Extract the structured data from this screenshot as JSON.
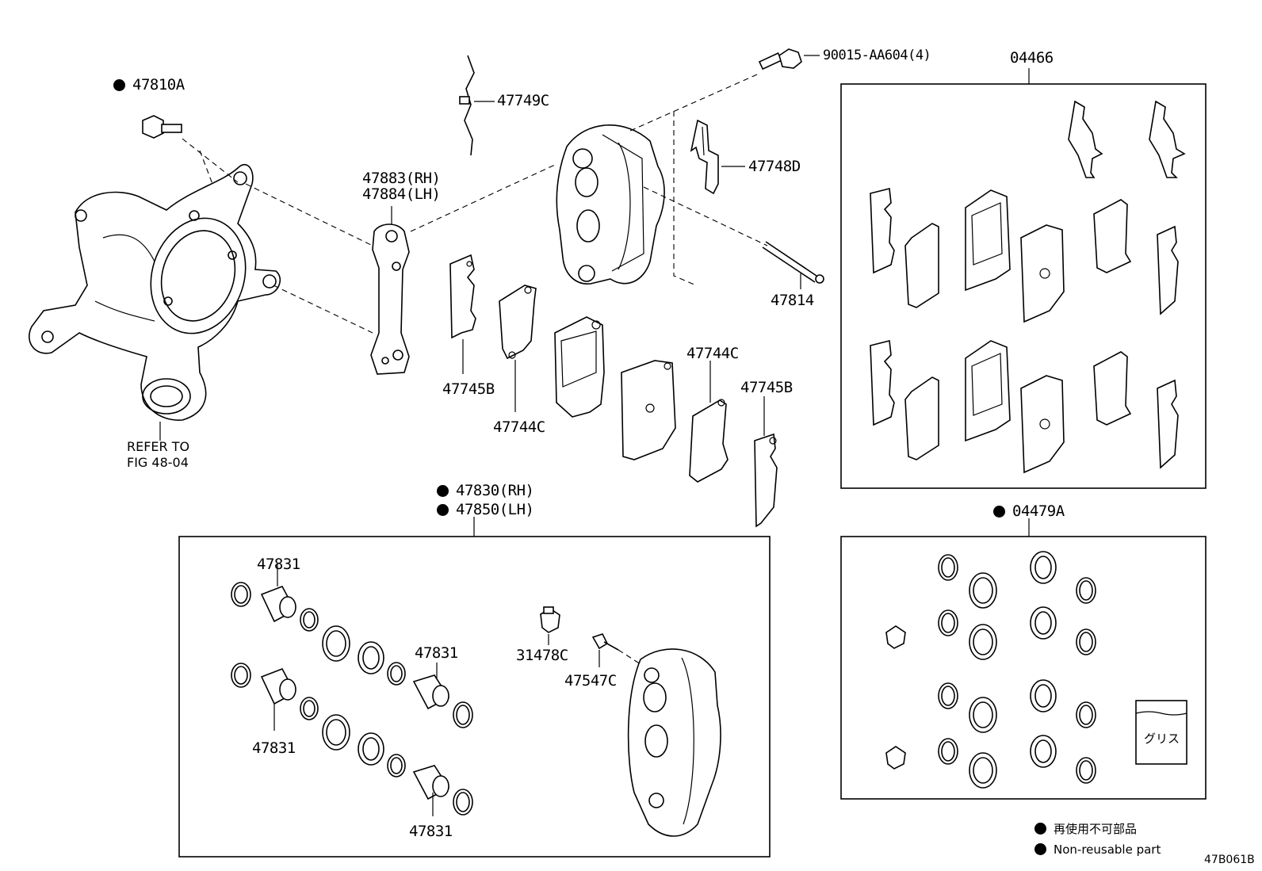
{
  "parts": {
    "p47810a": "47810A",
    "p47749c": "47749C",
    "p90015": "90015-AA604(4)",
    "p04466": "04466",
    "p47883": "47883(RH)",
    "p47884": "47884(LH)",
    "p47748d": "47748D",
    "p47814": "47814",
    "p47744c_a": "47744C",
    "p47745b_a": "47745B",
    "p47744c_b": "47744C",
    "p47745b_b": "47745B",
    "p47830": "47830(RH)",
    "p47850": "47850(LH)",
    "p04479a": "04479A",
    "p47831_a": "47831",
    "p47831_b": "47831",
    "p47831_c": "47831",
    "p47831_d": "47831",
    "p31478c": "31478C",
    "p47547c": "47547C"
  },
  "reference": {
    "line1": "REFER TO",
    "line2": "FIG 48-04"
  },
  "grease_label": "グリス",
  "legend": {
    "jp": "再使用不可部品",
    "en": "Non-reusable part"
  },
  "diagram_code": "47B061B"
}
